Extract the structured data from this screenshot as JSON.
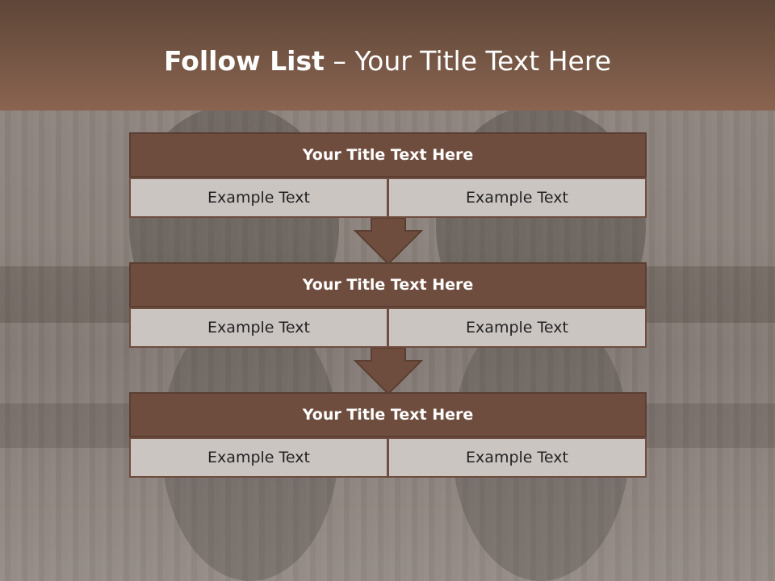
{
  "slide": {
    "title_bold": "Follow List",
    "title_rest": "Your Title Text Here",
    "title_separator": " – "
  },
  "colors": {
    "header": "#8a6450",
    "block_title": "#6f4d3e",
    "cell": "#cbc5c2",
    "arrow": "#6f4d3e"
  },
  "blocks": [
    {
      "title": "Your Title Text Here",
      "left": "Example Text",
      "right": "Example Text"
    },
    {
      "title": "Your Title Text Here",
      "left": "Example Text",
      "right": "Example Text"
    },
    {
      "title": "Your Title Text Here",
      "left": "Example Text",
      "right": "Example Text"
    }
  ],
  "connectors": [
    {
      "icon": "down-arrow-icon"
    },
    {
      "icon": "down-arrow-icon"
    }
  ]
}
